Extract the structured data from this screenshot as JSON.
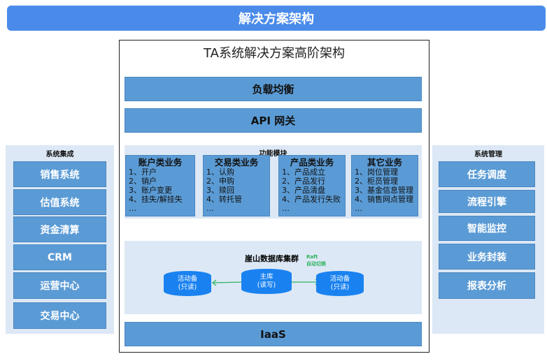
{
  "banner": "解决方案架构",
  "title": "TA系统解决方案高阶架构",
  "load_balance": "负载均衡",
  "api_gateway": "API 网关",
  "function_modules": {
    "label": "功能模块",
    "modules": [
      {
        "title": "账户类业务",
        "items": [
          "1、开户",
          "2、销户",
          "3、账户变更",
          "4、挂失/解挂失",
          "…"
        ]
      },
      {
        "title": "交易类业务",
        "items": [
          "1、认购",
          "2、申购",
          "3、赎回",
          "4、转托管",
          "…"
        ]
      },
      {
        "title": "产品类业务",
        "items": [
          "1、产品成立",
          "2、产品发行",
          "3、产品清盘",
          "4、产品发行失败",
          "…"
        ]
      },
      {
        "title": "其它业务",
        "items": [
          "1、岗位管理",
          "2、柜员管理",
          "3、基金信息管理",
          "4、销售网点管理",
          "…"
        ]
      }
    ]
  },
  "database": {
    "title": "崖山数据库集群",
    "raft": "Raft",
    "auto_switch": "自动切换",
    "nodes": [
      {
        "name": "活动备",
        "mode": "(只读)"
      },
      {
        "name": "主库",
        "mode": "(读写)"
      },
      {
        "name": "活动备",
        "mode": "(只读)"
      }
    ]
  },
  "iaas": "IaaS",
  "left_panel": {
    "title": "系统集成",
    "items": [
      "销售系统",
      "估值系统",
      "资金清算",
      "CRM",
      "运营中心",
      "交易中心"
    ]
  },
  "right_panel": {
    "title": "系统管理",
    "items": [
      "任务调度",
      "流程引擎",
      "智能监控",
      "业务封装",
      "报表分析"
    ]
  },
  "colors": {
    "banner": "#4a8bea",
    "block": "#5b9bd5",
    "panel": "#dce8f5",
    "db": "#1a82f0",
    "arrow": "#2db35d"
  }
}
